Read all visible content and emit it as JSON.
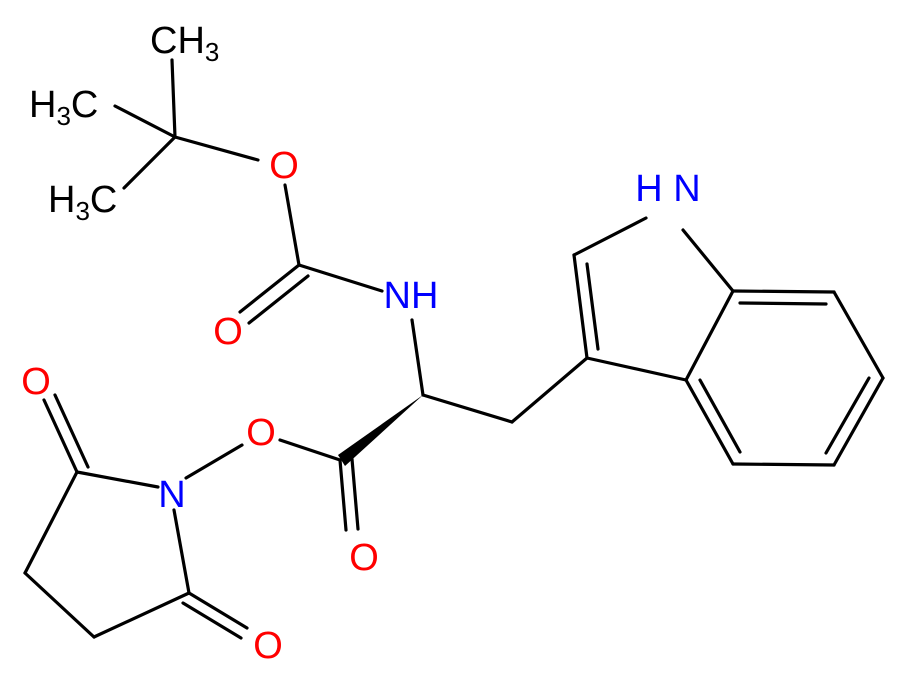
{
  "colors": {
    "bond": "#000000",
    "oxygen": "#ff0000",
    "nitrogen": "#0000ff",
    "carbon": "#000000"
  },
  "atoms": {
    "o_boc_ether": "O",
    "o_boc_carbonyl": "O",
    "n_amide": "NH",
    "o_ester_link": "O",
    "o_ester_carbonyl": "O",
    "n_succinimide": "N",
    "o_succ_top": "O",
    "o_succ_bottom": "O",
    "n_indole": "H N",
    "ch3_top": {
      "base": "CH",
      "sub": "3"
    },
    "ch3_left": {
      "base": "H",
      "sub": "3",
      "tail": "C"
    },
    "ch3_lower": {
      "base": "H",
      "sub": "3",
      "tail": "C"
    }
  }
}
